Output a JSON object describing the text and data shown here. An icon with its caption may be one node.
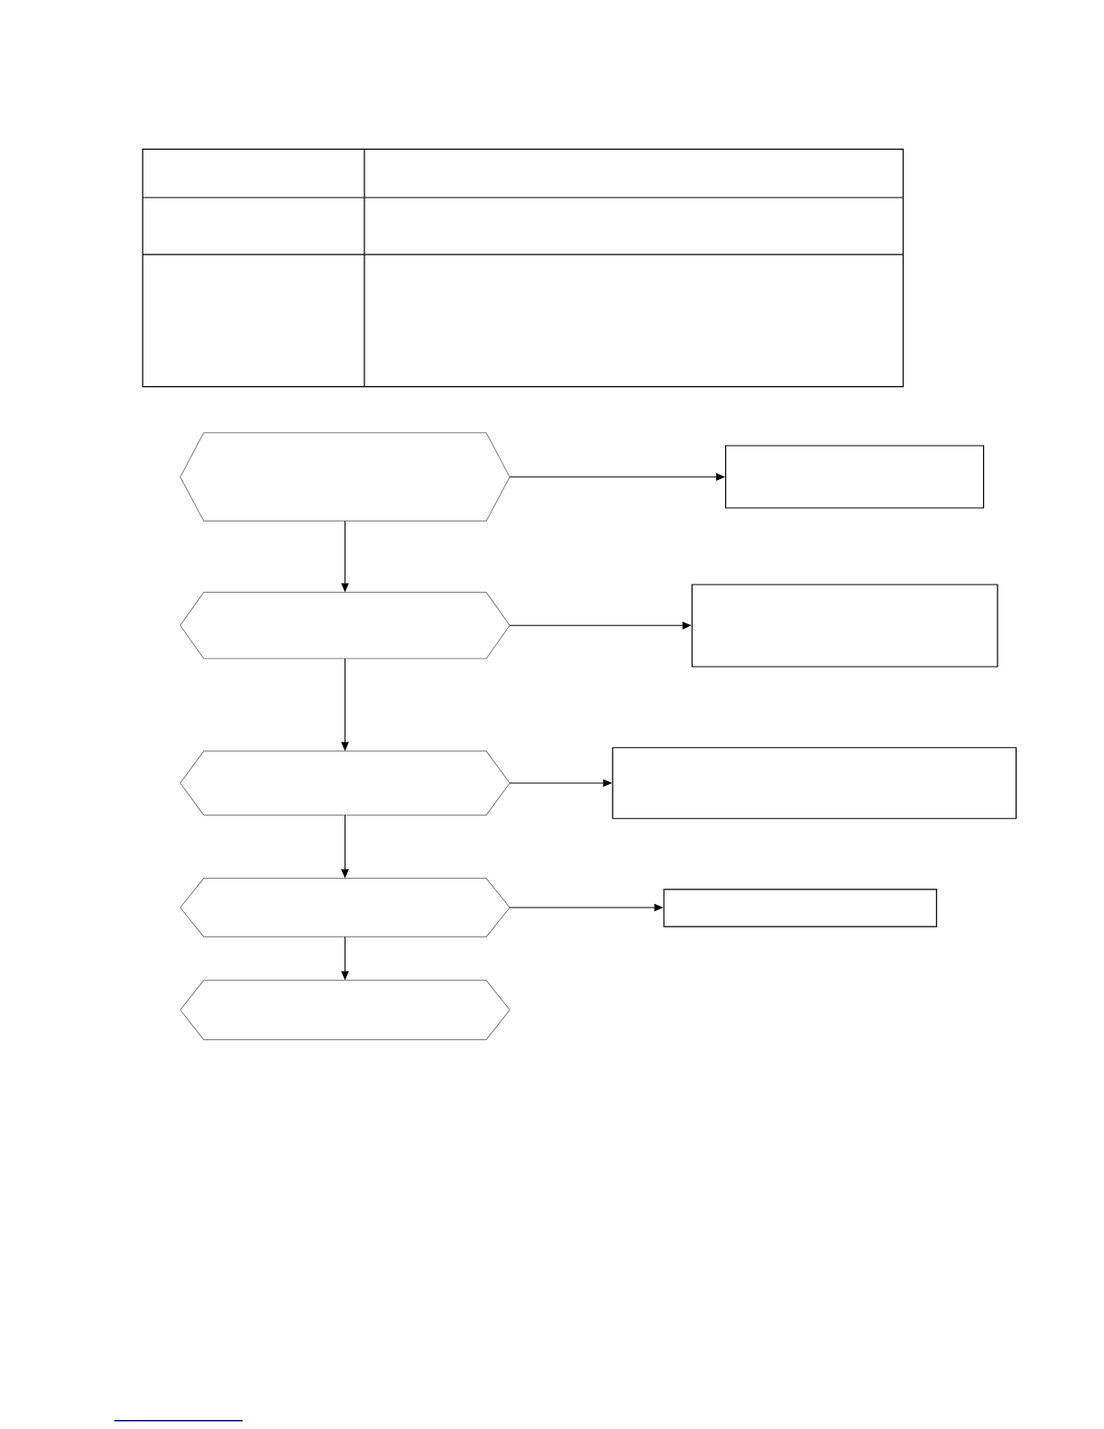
{
  "diagram": {
    "nodes": [
      {
        "text": [],
        "shape": "hexagon"
      },
      {
        "text": [],
        "shape": "box"
      },
      {
        "text": [],
        "shape": "hexagon"
      },
      {
        "text": [],
        "shape": "box"
      },
      {
        "text": [],
        "shape": "hexagon"
      },
      {
        "text": [],
        "shape": "box"
      },
      {
        "text": [],
        "shape": "hexagon"
      },
      {
        "text": [],
        "shape": "box"
      },
      {
        "text": [],
        "shape": "hexagon"
      }
    ],
    "edges": [
      {
        "from": 0,
        "to": 1,
        "arrow": "to"
      },
      {
        "from": 0,
        "to": 2,
        "arrow": "to"
      },
      {
        "from": 2,
        "to": 3,
        "arrow": "to"
      },
      {
        "from": 2,
        "to": 4,
        "arrow": "to"
      },
      {
        "from": 4,
        "to": 5,
        "arrow": "to"
      },
      {
        "from": 4,
        "to": 6,
        "arrow": "to"
      },
      {
        "from": 6,
        "to": 7,
        "arrow": "to"
      },
      {
        "from": 6,
        "to": 8,
        "arrow": "to"
      }
    ]
  }
}
